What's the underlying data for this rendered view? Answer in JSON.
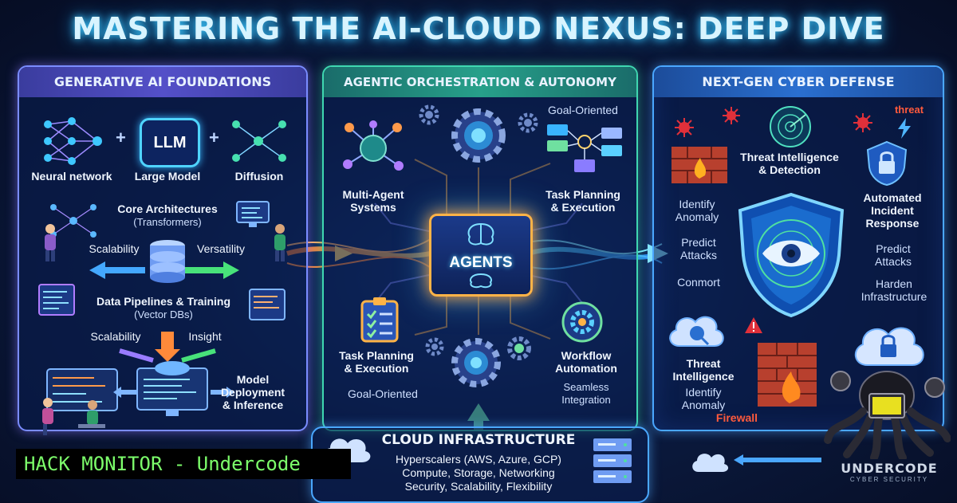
{
  "title": "MASTERING THE AI-CLOUD NEXUS: DEEP DIVE",
  "left_panel": {
    "header": "GENERATIVE AI FOUNDATIONS",
    "neural_network": "Neural network",
    "llm_badge": "LLM",
    "large_model": "Large Model",
    "diffusion": "Diffusion",
    "core_arch": "Core Architectures",
    "core_arch_sub": "(Transformers)",
    "scalability_1": "Scalability",
    "versatility": "Versatility",
    "data_pipelines": "Data Pipelines & Training",
    "data_pipelines_sub": "(Vector DBs)",
    "scalability_2": "Scalability",
    "insight": "Insight",
    "model_deploy_1": "Model",
    "model_deploy_2": "Deployment",
    "model_deploy_3": "& Inference"
  },
  "mid_panel": {
    "header": "AGENTIC ORCHESTRATION & AUTONOMY",
    "goal_oriented_top": "Goal-Oriented",
    "multi_agent_1": "Multi-Agent",
    "multi_agent_2": "Systems",
    "task_planning_top_1": "Task Planning",
    "task_planning_top_2": "& Execution",
    "agents": "AGENTS",
    "task_planning_bottom_1": "Task Planning",
    "task_planning_bottom_2": "& Execution",
    "goal_oriented_bottom": "Goal-Oriented",
    "workflow_1": "Workflow",
    "workflow_2": "Automation",
    "seamless_1": "Seamless",
    "seamless_2": "Integration"
  },
  "right_panel": {
    "header": "NEXT-GEN CYBER DEFENSE",
    "threat_tag": "threat",
    "threat_intel_1": "Threat Intelligence",
    "threat_intel_2": "& Detection",
    "identify_top_1": "Identify",
    "identify_top_2": "Anomaly",
    "auto_incident_1": "Automated",
    "auto_incident_2": "Incident",
    "auto_incident_3": "Response",
    "predict_left_1": "Predict",
    "predict_left_2": "Attacks",
    "predict_right_1": "Predict",
    "predict_right_2": "Attacks",
    "conmort": "Conmort",
    "harden_1": "Harden",
    "harden_2": "Infrastructure",
    "threat_intel_b_1": "Threat",
    "threat_intel_b_2": "Intelligence",
    "identify_bottom_1": "Identify",
    "identify_bottom_2": "Anomaly",
    "firewall": "Firewall"
  },
  "cloud": {
    "header": "CLOUD INFRASTRUCTURE",
    "line1": "Hyperscalers (AWS, Azure, GCP)",
    "line2": "Compute, Storage, Networking",
    "line3": "Security, Scalability, Flexibility"
  },
  "footer": {
    "hack_monitor": "HACK MONITOR - Undercode",
    "brand": "UNDERCODE",
    "brand_sub": "CYBER SECURITY"
  }
}
